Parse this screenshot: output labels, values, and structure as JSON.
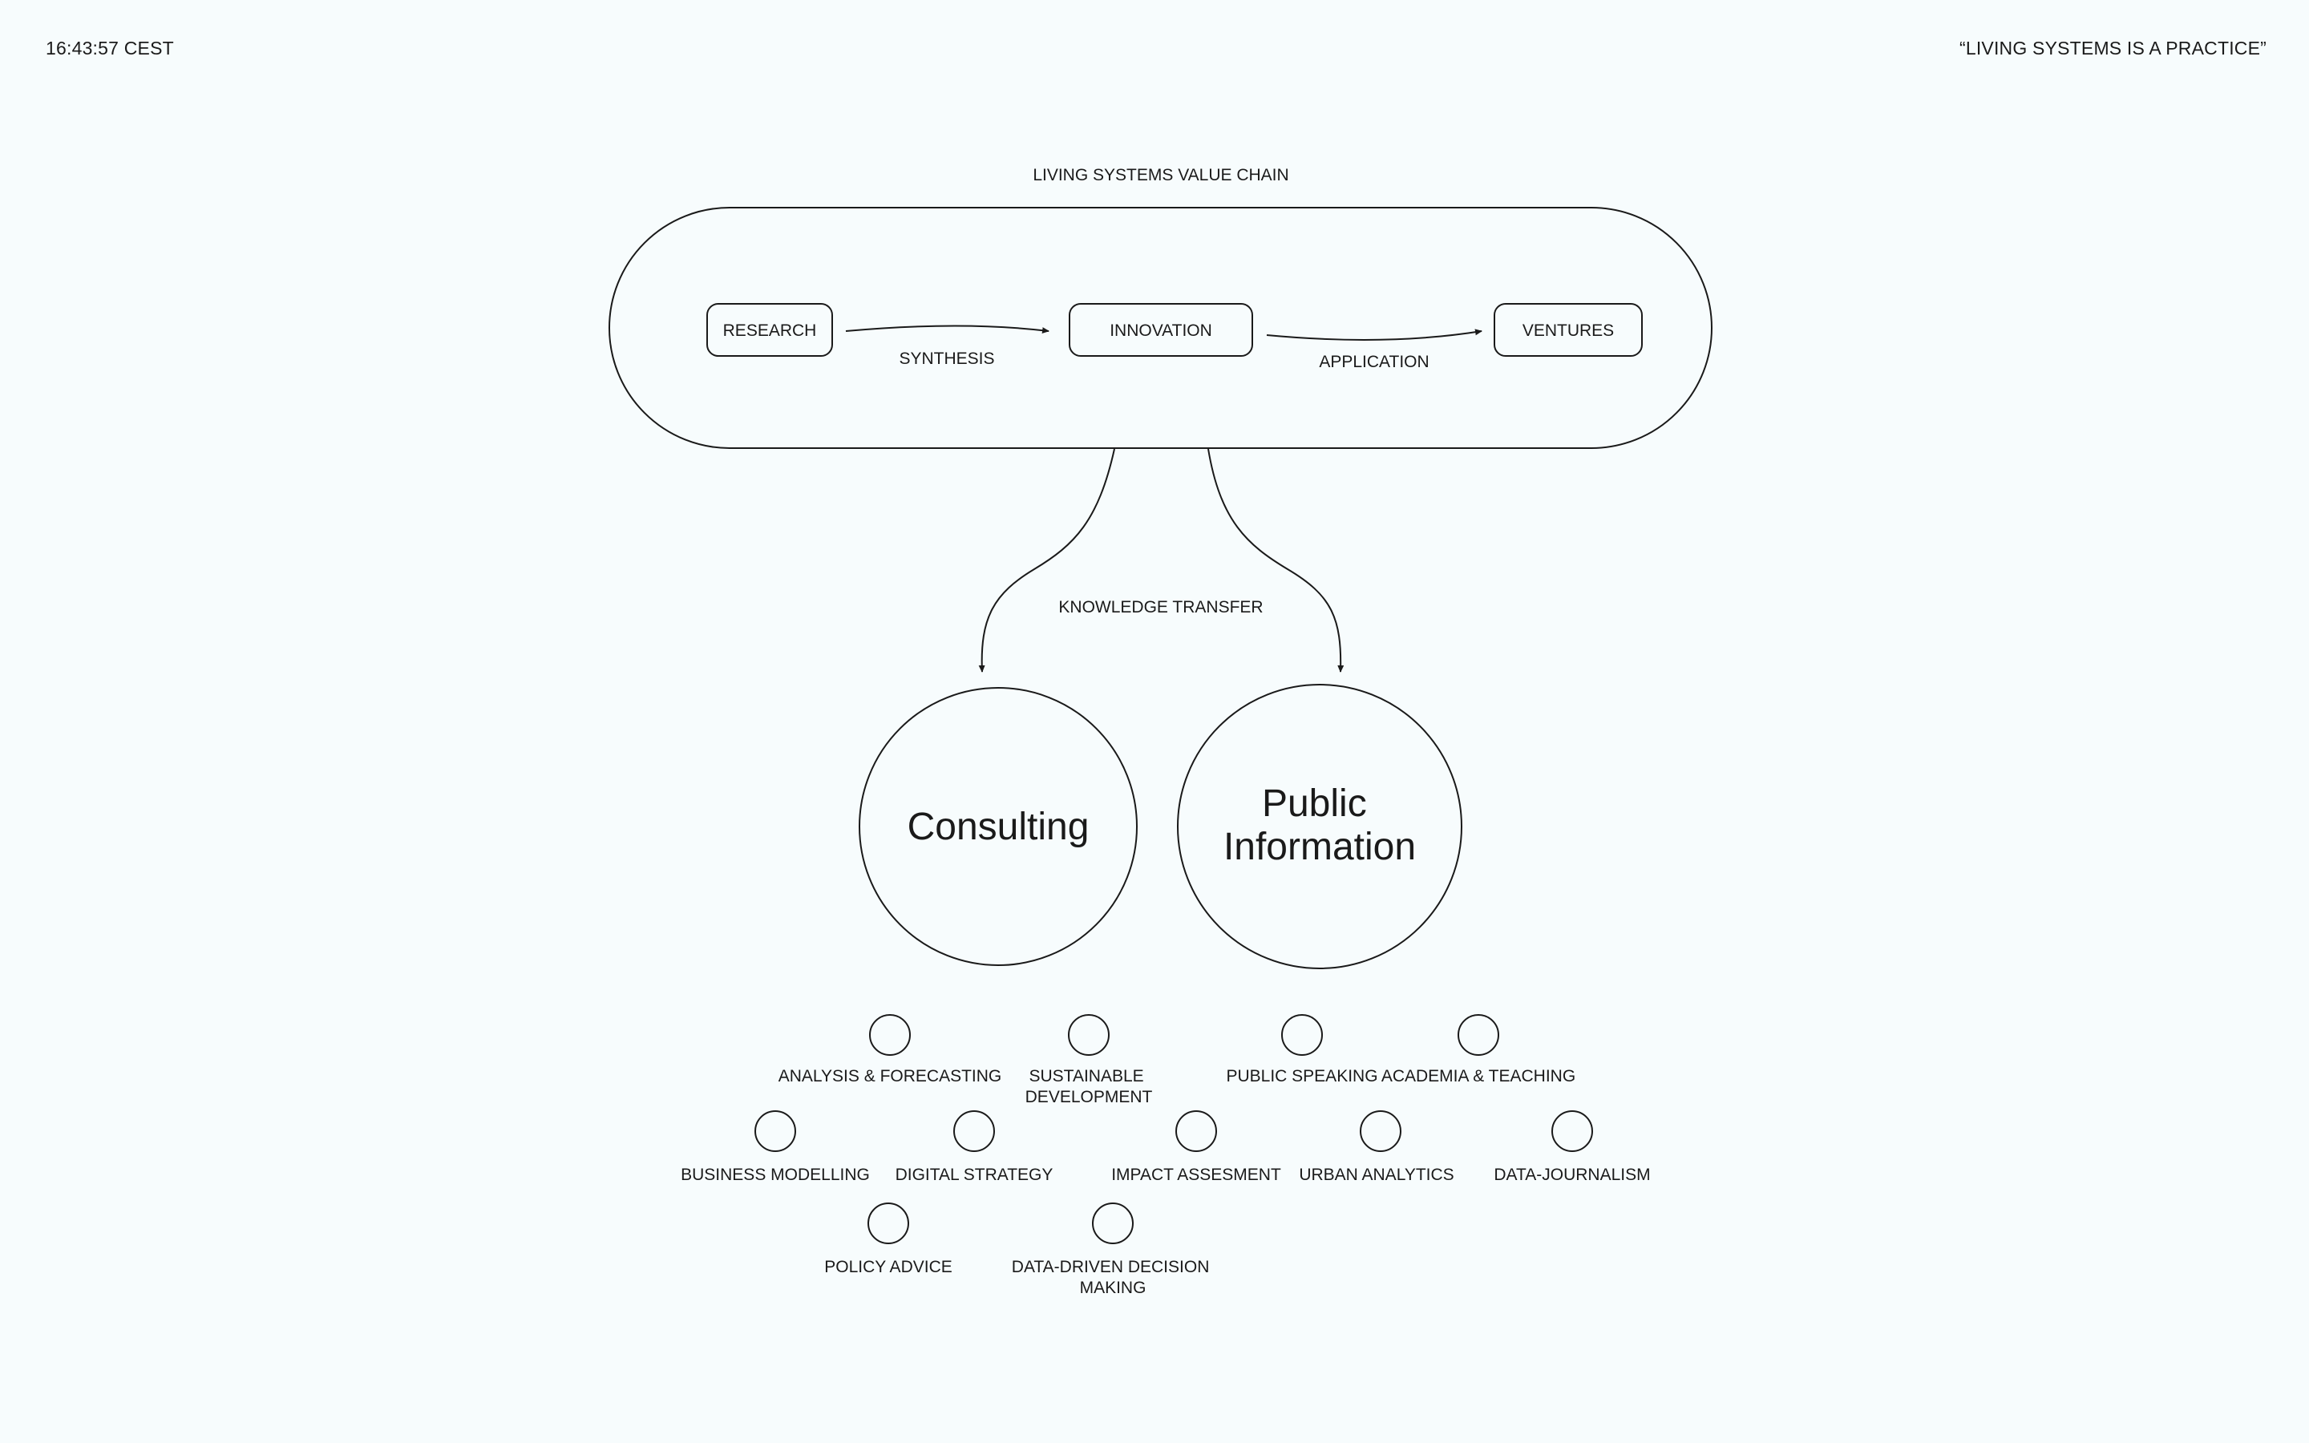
{
  "header": {
    "time": "16:43:57 CEST",
    "quote": "“LIVING SYSTEMS IS A PRACTICE”"
  },
  "value_chain": {
    "title": "LIVING SYSTEMS VALUE CHAIN",
    "nodes": [
      "RESEARCH",
      "INNOVATION",
      "VENTURES"
    ],
    "edges": [
      "SYNTHESIS",
      "APPLICATION"
    ]
  },
  "transfer_label": "KNOWLEDGE TRANSFER",
  "domains": {
    "consulting": [
      "Consulting"
    ],
    "public_information": [
      "Public",
      "Information"
    ]
  },
  "services": [
    [
      "ANALYSIS & FORECASTING"
    ],
    [
      "SUSTAINABLE",
      "DEVELOPMENT"
    ],
    [
      "PUBLIC SPEAKING"
    ],
    [
      "ACADEMIA & TEACHING"
    ],
    [
      "BUSINESS MODELLING"
    ],
    [
      "DIGITAL STRATEGY"
    ],
    [
      "IMPACT ASSESMENT"
    ],
    [
      "URBAN ANALYTICS"
    ],
    [
      "DATA-JOURNALISM"
    ],
    [
      "POLICY ADVICE"
    ],
    [
      "DATA-DRIVEN DECISION",
      "MAKING"
    ]
  ],
  "colors": {
    "background": "#f7fcfd",
    "ink": "#1a1a1a"
  }
}
